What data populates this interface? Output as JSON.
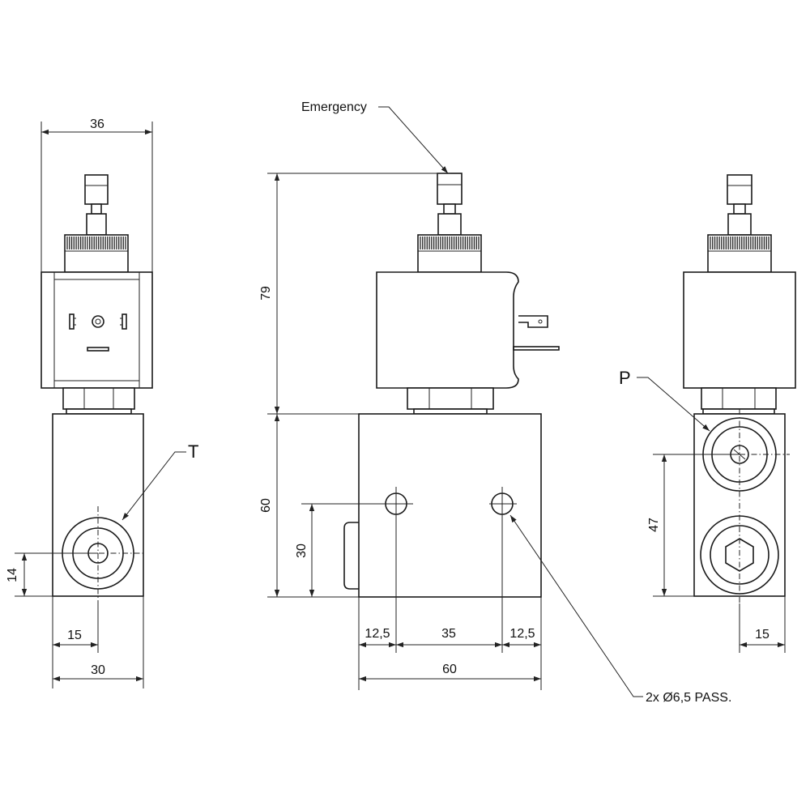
{
  "drawing": {
    "labels": {
      "emergency": "Emergency",
      "port_t": "T",
      "port_p": "P",
      "holes": "2x Ø6,5 PASS."
    },
    "dimensions": {
      "left_width_top": "36",
      "left_port_height": "14",
      "left_port_offset": "15",
      "left_width_bottom": "30",
      "front_total_height": "79",
      "front_body_height": "60",
      "front_hole_height": "30",
      "front_edge_left": "12,5",
      "front_hole_spacing": "35",
      "front_edge_right": "12,5",
      "front_width": "60",
      "right_port_height": "47",
      "right_port_offset": "15"
    }
  }
}
